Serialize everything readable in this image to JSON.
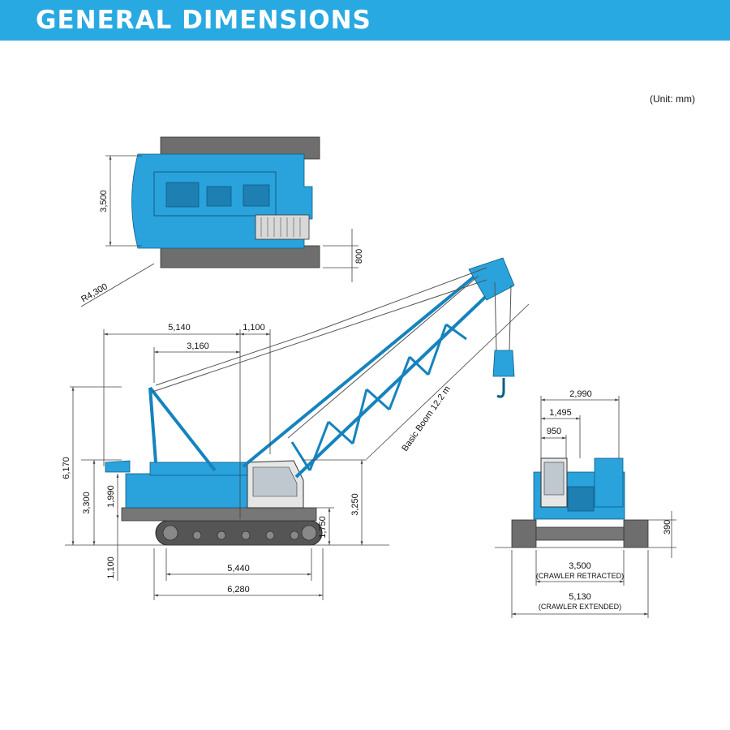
{
  "header": {
    "title": "GENERAL DIMENSIONS"
  },
  "unit_note": "(Unit: mm)",
  "colors": {
    "accent": "#29a9e1",
    "machine": "#2aa2db",
    "crawler": "#6e6e6e"
  },
  "top_view": {
    "width_label": "3,500",
    "track_label": "800",
    "radius_label": "R4,300"
  },
  "side_view": {
    "dim_5140": "5,140",
    "dim_1100_top": "1,100",
    "dim_3160": "3,160",
    "dim_6170": "6,170",
    "dim_3300": "3,300",
    "dim_1990": "1,990",
    "dim_1100_bottom": "1,100",
    "dim_3250": "3,250",
    "dim_1750": "1,750",
    "dim_5440": "5,440",
    "dim_6280": "6,280",
    "boom_label": "Basic Boom 12.2 m"
  },
  "rear_view": {
    "dim_2990": "2,990",
    "dim_1495": "1,495",
    "dim_950": "950",
    "dim_390": "390",
    "dim_3500": "3,500",
    "note_retracted": "(CRAWLER RETRACTED)",
    "dim_5130": "5,130",
    "note_extended": "(CRAWLER EXTENDED)"
  }
}
